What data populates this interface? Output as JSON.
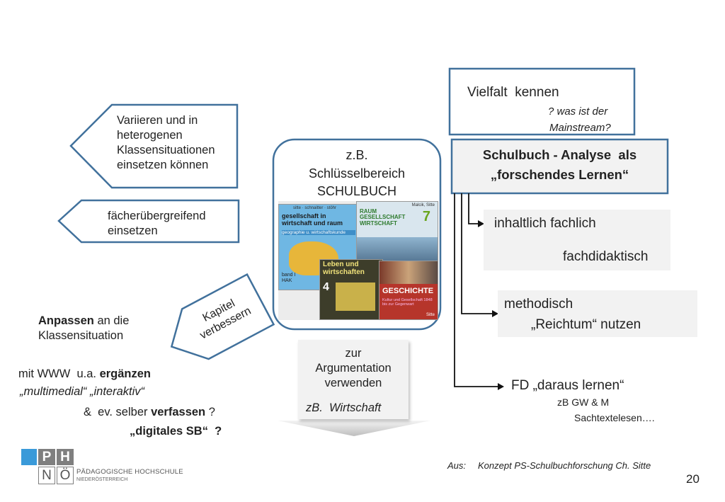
{
  "center": {
    "line1": "z.B.",
    "line2": "Schlüsselbereich",
    "line3": "SCHULBUCH"
  },
  "books": [
    {
      "title": "gesellschaft in wirtschaft und raum",
      "subtitle": "geographie u. wirtschaftskunde",
      "label": "band I HAK",
      "authors": "sitte · schnaitter · stöhr"
    },
    {
      "title": "RAUM GESELLSCHAFT WIRTSCHAFT",
      "number": "7",
      "authors": "Malcik, Sitte"
    },
    {
      "title": "Leben und wirtschaften",
      "number": "4"
    },
    {
      "title": "GESCHICHTE",
      "subtitle": "Kultur und Gesellschaft 1848 bis zur Gegenwart",
      "authors": "Sitte"
    }
  ],
  "left": {
    "arrow1": [
      "Variieren und in",
      "heterogenen",
      "Klassensituationen",
      "einsetzen können"
    ],
    "arrow2": [
      "fächerübergreifend",
      "einsetzen"
    ],
    "kapitel": [
      "Kapitel",
      "verbessern"
    ],
    "anpassen_bold": "Anpassen",
    "anpassen_rest": " an die",
    "anpassen_line2": "Klassensituation",
    "www_prefix": "mit WWW  u.a. ",
    "www_bold": "ergänzen",
    "multimedial": "„multimedial“ „interaktiv“",
    "selber_prefix": "&  ev. selber ",
    "selber_bold": "verfassen",
    "selber_suffix": " ?",
    "digitales": "„digitales SB“  ?"
  },
  "bottom": {
    "lines": [
      "zur",
      "Argumentation",
      "verwenden"
    ],
    "last": "zB.  Wirtschaft"
  },
  "right": {
    "vielfalt": "Vielfalt  kennen",
    "mainstream1": "? was ist der",
    "mainstream2": "Mainstream?",
    "analyse1": "Schulbuch - Analyse  als",
    "analyse2": "„forschendes Lernen“",
    "inhaltlich": "inhaltlich fachlich",
    "fachdidaktisch": "fachdidaktisch",
    "methodisch": "methodisch",
    "reichtum": "„Reichtum“ nutzen",
    "fd": "FD „daraus lernen“",
    "zbgw": "zB GW & M",
    "sachtext": "Sachtextelesen…."
  },
  "footer": {
    "aus": "Aus:",
    "source": "Konzept PS-Schulbuchforschung Ch. Sitte",
    "page": "20",
    "logo_p": "P",
    "logo_h": "H",
    "logo_n": "N",
    "logo_o": "Ö",
    "logo_line1": "PÄDAGOGISCHE HOCHSCHULE",
    "logo_line2": "NIEDERÖSTERREICH"
  },
  "colors": {
    "border": "#41719c",
    "box_fill": "#f2f2f2",
    "logo_blue": "#3a9ad9",
    "logo_gray": "#7f7f7f"
  }
}
